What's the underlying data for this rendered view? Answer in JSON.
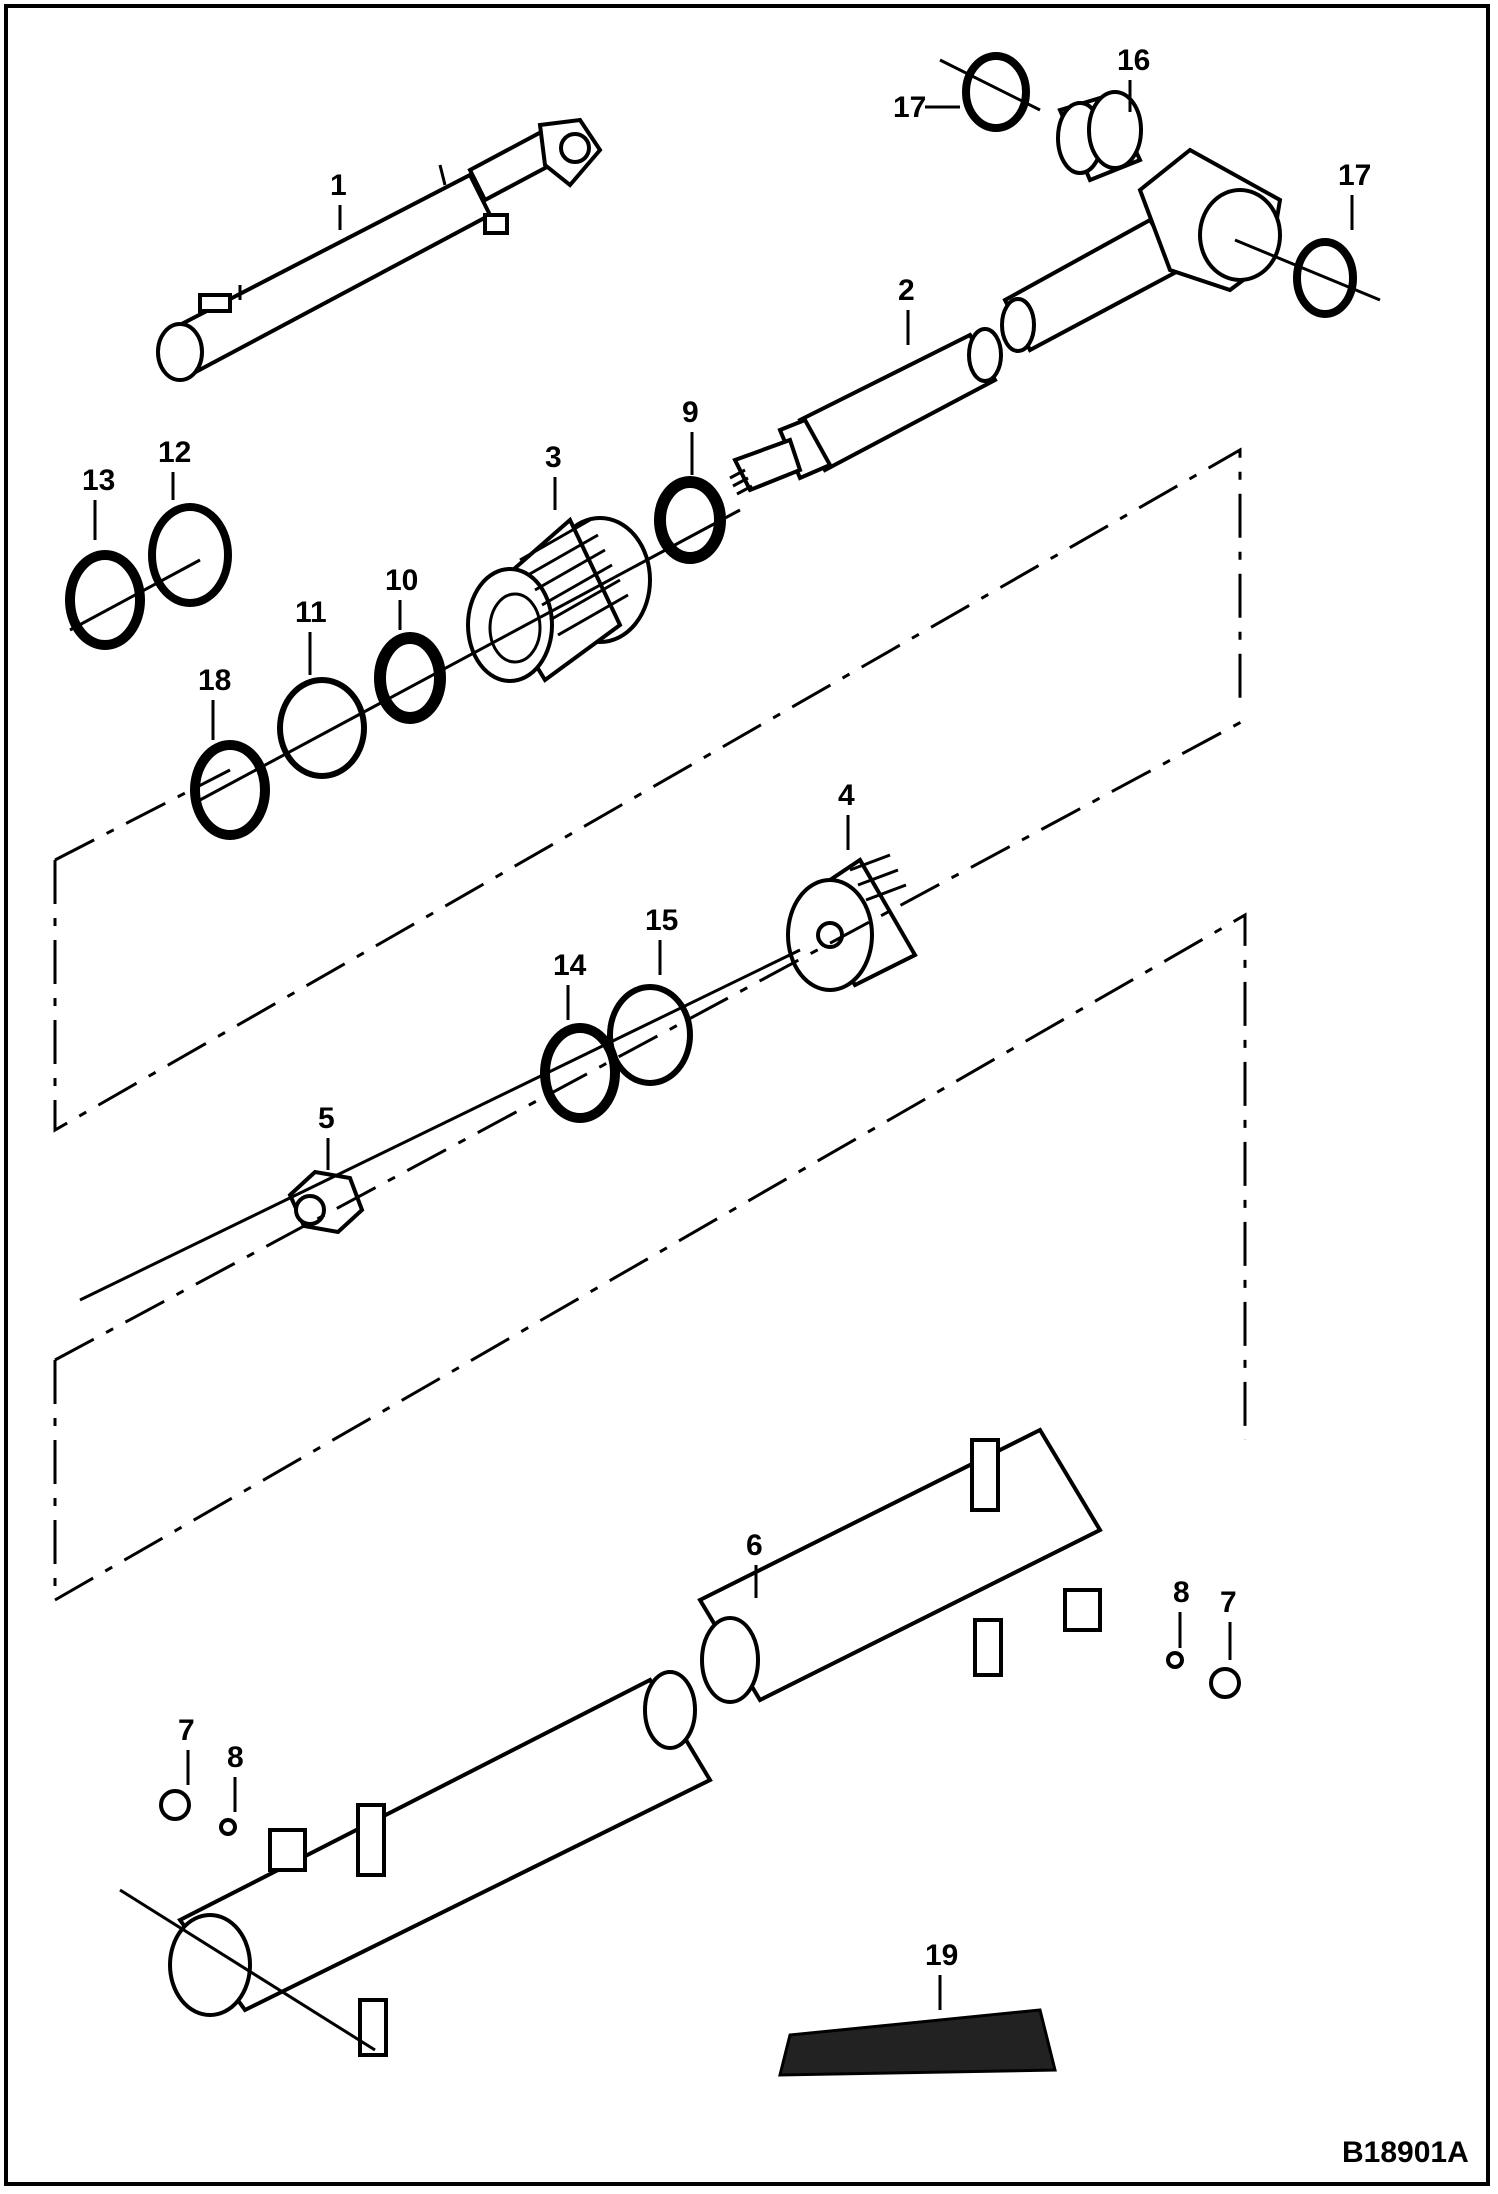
{
  "diagram": {
    "figure_code": "B18901A",
    "callouts": [
      "1",
      "2",
      "3",
      "4",
      "5",
      "6",
      "7",
      "7",
      "8",
      "8",
      "9",
      "10",
      "11",
      "12",
      "13",
      "14",
      "15",
      "16",
      "17",
      "17",
      "18",
      "19"
    ]
  },
  "colors": {
    "line": "#000000",
    "background": "#ffffff"
  }
}
